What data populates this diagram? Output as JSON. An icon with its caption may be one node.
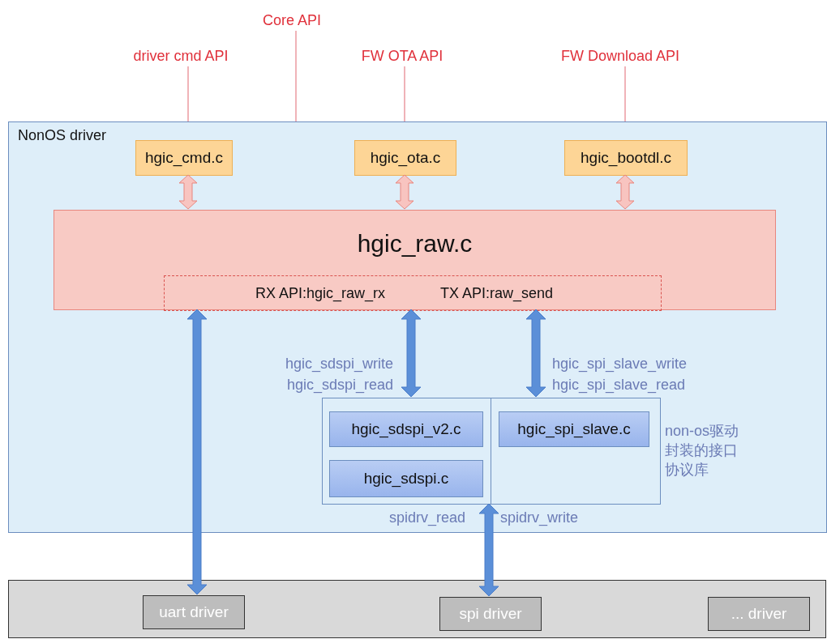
{
  "diagram": {
    "nodes": [
      {
        "text": [
          "NonOS driver"
        ]
      },
      {
        "text": [
          "hgic_cmd.c"
        ],
        "in": 0
      },
      {
        "text": [
          "hgic_ota.c"
        ],
        "in": 0
      },
      {
        "text": [
          "hgic_bootdl.c"
        ],
        "in": 0
      },
      {
        "text": [
          "hgic_raw.c"
        ],
        "in": 0
      },
      {
        "text": [
          "RX API:hgic_raw_rx",
          "TX API:raw_send"
        ],
        "in": 4
      },
      {
        "text": [],
        "shape": "box",
        "in": 0,
        "beside": [
          "non-os驱动封装的接口协议库"
        ]
      },
      {
        "text": [
          "hgic_sdspi_v2.c"
        ],
        "in": 6
      },
      {
        "text": [
          "hgic_sdspi.c"
        ],
        "in": 6
      },
      {
        "text": [
          "hgic_spi_slave.c"
        ],
        "in": 6
      },
      {
        "text": [],
        "shape": "box"
      },
      {
        "text": [
          "uart driver"
        ],
        "in": 10
      },
      {
        "text": [
          "spi driver"
        ],
        "in": 10
      },
      {
        "text": [
          "... driver"
        ],
        "in": 10
      },
      {
        "text": [
          "driver cmd API"
        ]
      },
      {
        "text": [
          "Core API"
        ]
      },
      {
        "text": [
          "FW OTA API"
        ]
      },
      {
        "text": [
          "FW Download API"
        ]
      }
    ],
    "edges": [
      {
        "from": 14,
        "to": 1,
        "arrow": "none",
        "color": "#e88a92"
      },
      {
        "from": 15,
        "to": 4,
        "arrow": "none",
        "color": "#e88a92"
      },
      {
        "from": 16,
        "to": 2,
        "arrow": "none",
        "color": "#e88a92"
      },
      {
        "from": 17,
        "to": 3,
        "arrow": "none",
        "color": "#e88a92"
      },
      {
        "from": 1,
        "to": 4,
        "arrow": "both",
        "style": "thick",
        "color": "#f8c4c0"
      },
      {
        "from": 2,
        "to": 4,
        "arrow": "both",
        "style": "thick",
        "color": "#f8c4c0"
      },
      {
        "from": 3,
        "to": 4,
        "arrow": "both",
        "style": "thick",
        "color": "#f8c4c0"
      },
      {
        "from": 5,
        "to": 11,
        "arrow": "both",
        "style": "thick",
        "color": "#5b8fd8"
      },
      {
        "from": 5,
        "to": 6,
        "arrow": "both",
        "style": "thick",
        "color": "#5b8fd8",
        "label": "hgic_sdspi_write hgic_sdspi_read"
      },
      {
        "from": 5,
        "to": 6,
        "arrow": "both",
        "style": "thick",
        "color": "#5b8fd8",
        "label": "hgic_spi_slave_write hgic_spi_slave_read"
      },
      {
        "from": 6,
        "to": 12,
        "arrow": "both",
        "style": "thick",
        "color": "#5b8fd8"
      }
    ],
    "labels": [
      "spidrv_read",
      "spidrv_write"
    ]
  }
}
